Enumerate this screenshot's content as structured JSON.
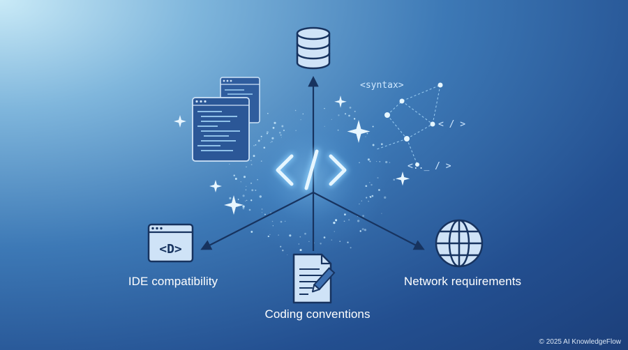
{
  "diagram": {
    "labels": {
      "ide": "IDE compatibility",
      "coding": "Coding conventions",
      "network": "Network requirements"
    },
    "code_tokens": {
      "syntax": "<syntax>",
      "close_tag": "< / >",
      "ellipsis_tag": "<.._ / >"
    },
    "ide_icon_text": "<D>",
    "center_symbol": "</>"
  },
  "footer": {
    "copyright": "© 2025 AI KnowledgeFlow"
  },
  "colors": {
    "navy": "#17335f",
    "icon_fill": "#cfe3f7",
    "glow": "#8fd3ff"
  },
  "icons": [
    "database-icon",
    "code-windows-icon",
    "ide-window-icon",
    "document-pen-icon",
    "globe-icon",
    "code-brackets-icon",
    "constellation-icon"
  ]
}
